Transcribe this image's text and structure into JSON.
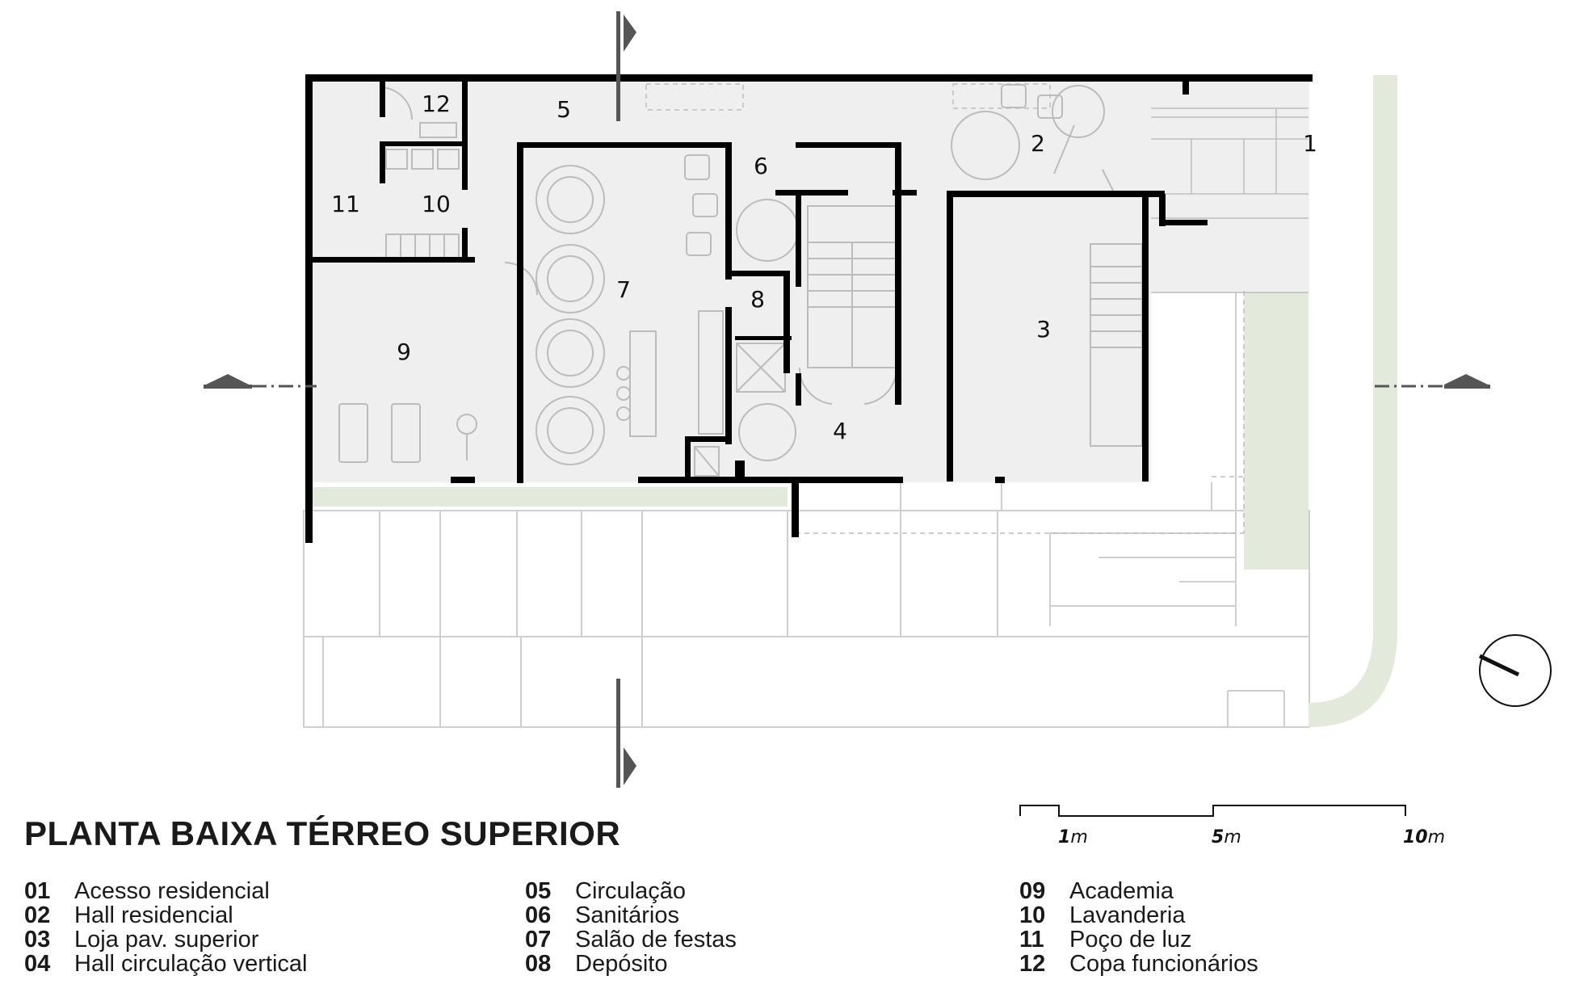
{
  "title": "PLANTA BAIXA TÉRREO SUPERIOR",
  "rooms": {
    "r1": "1",
    "r2": "2",
    "r3": "3",
    "r4": "4",
    "r5": "5",
    "r6": "6",
    "r7": "7",
    "r8": "8",
    "r9": "9",
    "r10": "10",
    "r11": "11",
    "r12": "12"
  },
  "legend": {
    "col1": [
      {
        "num": "01",
        "label": "Acesso residencial"
      },
      {
        "num": "02",
        "label": "Hall residencial"
      },
      {
        "num": "03",
        "label": "Loja pav. superior"
      },
      {
        "num": "04",
        "label": "Hall circulação vertical"
      }
    ],
    "col2": [
      {
        "num": "05",
        "label": "Circulação"
      },
      {
        "num": "06",
        "label": "Sanitários"
      },
      {
        "num": "07",
        "label": "Salão de festas"
      },
      {
        "num": "08",
        "label": "Depósito"
      }
    ],
    "col3": [
      {
        "num": "09",
        "label": "Academia"
      },
      {
        "num": "10",
        "label": "Lavanderia"
      },
      {
        "num": "11",
        "label": "Poço de luz"
      },
      {
        "num": "12",
        "label": "Copa funcionários"
      }
    ]
  },
  "scale": {
    "t1_num": "1",
    "t1_unit": "m",
    "t5_num": "5",
    "t5_unit": "m",
    "t10_num": "10",
    "t10_unit": "m"
  },
  "colors": {
    "wall": "#000000",
    "floor": "#efefef",
    "landscape": "#e3eadc",
    "thin_line": "#c8c8c8"
  }
}
